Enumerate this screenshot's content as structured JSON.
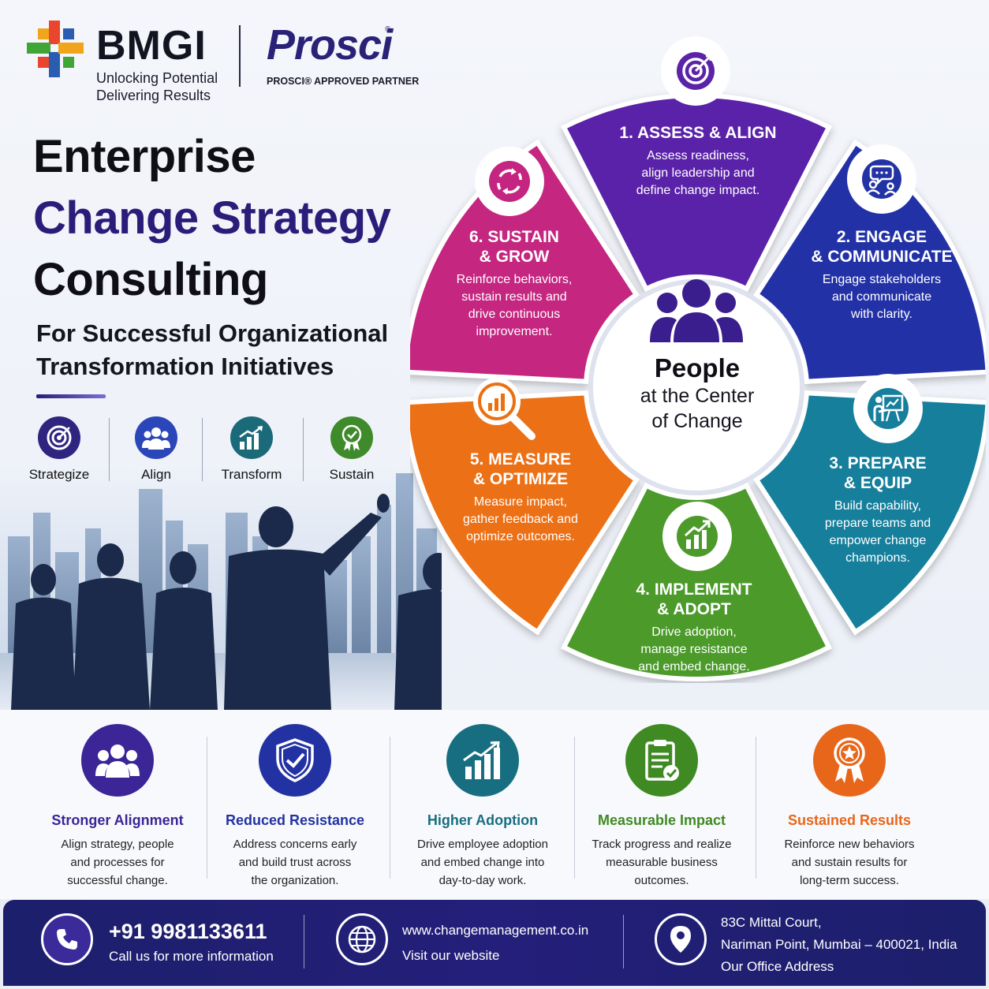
{
  "brand": {
    "bmgi_name": "BMGI",
    "bmgi_tagline_1": "Unlocking Potential",
    "bmgi_tagline_2": "Delivering Results",
    "prosci_name": "Prosci",
    "prosci_registered": "®",
    "prosci_partner": "PROSCI® APPROVED PARTNER"
  },
  "hero": {
    "title_line1": "Enterprise",
    "title_line2": "Change Strategy",
    "title_line3": "Consulting",
    "subtitle_line1": "For Successful Organizational",
    "subtitle_line2": "Transformation Initiatives"
  },
  "pillars": [
    {
      "label": "Strategize",
      "icon": "target-icon",
      "color": "#2f2580"
    },
    {
      "label": "Align",
      "icon": "team-icon",
      "color": "#2a46b8"
    },
    {
      "label": "Transform",
      "icon": "growth-chart-icon",
      "color": "#1b6a7a"
    },
    {
      "label": "Sustain",
      "icon": "award-badge-icon",
      "color": "#3f8a2a"
    }
  ],
  "wheel": {
    "center_title": "People",
    "center_sub_1": "at the Center",
    "center_sub_2": "of Change",
    "segments": [
      {
        "title_1": "1. ASSESS & ALIGN",
        "title_2": "",
        "desc": [
          "Assess readiness,",
          "align leadership and",
          "define change impact."
        ],
        "color": "#5a23a8",
        "icon": "target-icon"
      },
      {
        "title_1": "2. ENGAGE",
        "title_2": "& COMMUNICATE",
        "desc": [
          "Engage stakeholders",
          "and communicate",
          "with clarity."
        ],
        "color": "#2333a6",
        "icon": "communicate-icon"
      },
      {
        "title_1": "3. PREPARE",
        "title_2": "& EQUIP",
        "desc": [
          "Build capability,",
          "prepare teams and",
          "empower change",
          "champions."
        ],
        "color": "#167f9c",
        "icon": "presentation-icon"
      },
      {
        "title_1": "4. IMPLEMENT",
        "title_2": "& ADOPT",
        "desc": [
          "Drive adoption,",
          "manage resistance",
          "and embed change."
        ],
        "color": "#4c9a2a",
        "icon": "growth-chart-icon"
      },
      {
        "title_1": "5. MEASURE",
        "title_2": "& OPTIMIZE",
        "desc": [
          "Measure impact,",
          "gather feedback and",
          "optimize outcomes."
        ],
        "color": "#ec6f12",
        "icon": "analytics-icon"
      },
      {
        "title_1": "6. SUSTAIN",
        "title_2": "& GROW",
        "desc": [
          "Reinforce behaviors,",
          "sustain results and",
          "drive continuous",
          "improvement."
        ],
        "color": "#c42580",
        "icon": "cycle-icon"
      }
    ]
  },
  "benefits": [
    {
      "title": "Stronger Alignment",
      "desc": [
        "Align strategy, people",
        "and processes for",
        "successful change."
      ],
      "color": "#3b2597",
      "icon": "team-icon"
    },
    {
      "title": "Reduced Resistance",
      "desc": [
        "Address concerns early",
        "and build trust across",
        "the organization."
      ],
      "color": "#2332a3",
      "icon": "shield-check-icon"
    },
    {
      "title": "Higher Adoption",
      "desc": [
        "Drive employee adoption",
        "and embed change into",
        "day-to-day work."
      ],
      "color": "#176e80",
      "icon": "growth-chart-icon"
    },
    {
      "title": "Measurable Impact",
      "desc": [
        "Track progress and realize",
        "measurable business",
        "outcomes."
      ],
      "color": "#3f8a22",
      "icon": "clipboard-check-icon"
    },
    {
      "title": "Sustained Results",
      "desc": [
        "Reinforce new behaviors",
        "and sustain results for",
        "long-term success."
      ],
      "color": "#e8661a",
      "icon": "award-badge-icon"
    }
  ],
  "footer": {
    "phone": "+91 9981133611",
    "phone_caption": "Call us for more information",
    "website": "www.changemanagement.co.in",
    "website_caption": "Visit our website",
    "address_1": "83C Mittal Court,",
    "address_2": "Nariman Point, Mumbai – 400021, India",
    "address_caption": "Our Office Address"
  }
}
